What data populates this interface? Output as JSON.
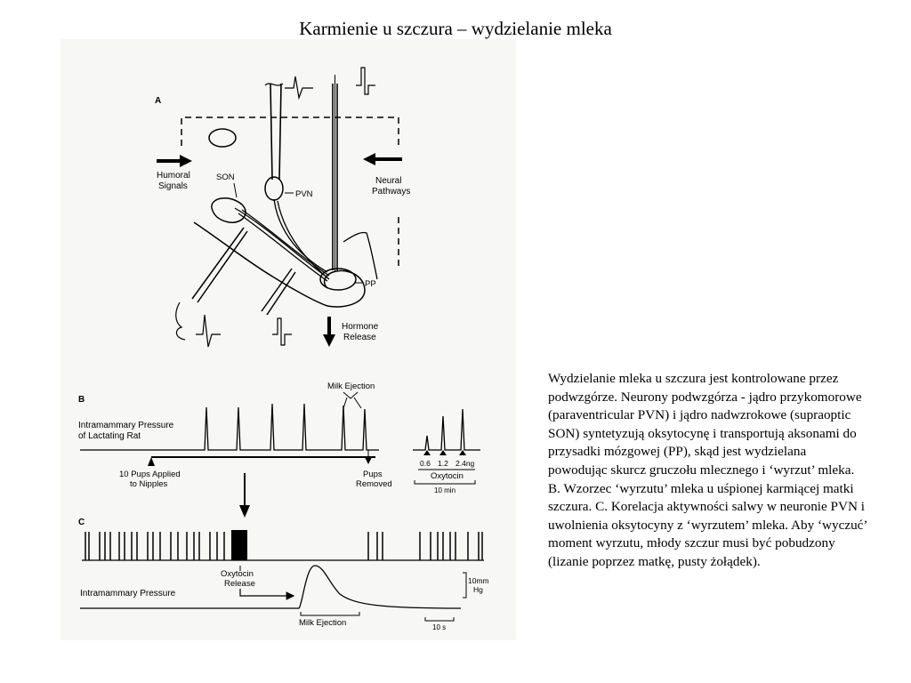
{
  "slide": {
    "title": "Karmienie u szczura – wydzielanie mleka",
    "caption": "Wydzielanie mleka u szczura jest kontrolowane przez podwzgórze. Neurony podwzgórza - jądro przykomorowe (paraventricular PVN) i jądro nadwzrokowe (supraoptic SON) syntetyzują oksytocynę i transportują aksonami do przysadki mózgowej (PP), skąd jest wydzielana powodując skurcz gruczołu mlecznego i ‘wyrzut’ mleka. B. Wzorzec ‘wyrzutu’ mleka u uśpionej karmiącej matki szczura. C. Korelacja aktywności salwy w neuronie PVN i uwolnienia oksytocyny z ‘wyrzutem’ mleka. Aby ‘wyczuć’ moment wyrzutu, młody szczur musi być pobudzony (lizanie poprzez matkę, pusty żołądek)."
  },
  "panel_a": {
    "letter": "A",
    "humoral_1": "Humoral",
    "humoral_2": "Signals",
    "neural_1": "Neural",
    "neural_2": "Pathways",
    "son": "SON",
    "pvn": "PVN",
    "pp": "PP",
    "hormone_1": "Hormone",
    "hormone_2": "Release"
  },
  "panel_b": {
    "letter": "B",
    "milk_ejection": "Milk Ejection",
    "pressure_1": "Intramammary Pressure",
    "pressure_2": "of Lactating Rat",
    "pups_applied_1": "10 Pups Applied",
    "pups_applied_2": "to Nipples",
    "pups_removed_1": "Pups",
    "pups_removed_2": "Removed",
    "dose_1": "0.6",
    "dose_2": "1.2",
    "dose_3": "2.4ng",
    "oxytocin": "Oxytocin",
    "scale": "10 min"
  },
  "panel_c": {
    "letter": "C",
    "oxy_1": "Oxytocin",
    "oxy_2": "Release",
    "pressure": "Intramammary Pressure",
    "milk_ejection": "Milk Ejection",
    "scale_y_1": "10mm",
    "scale_y_2": "Hg",
    "scale_x": "10 s"
  }
}
